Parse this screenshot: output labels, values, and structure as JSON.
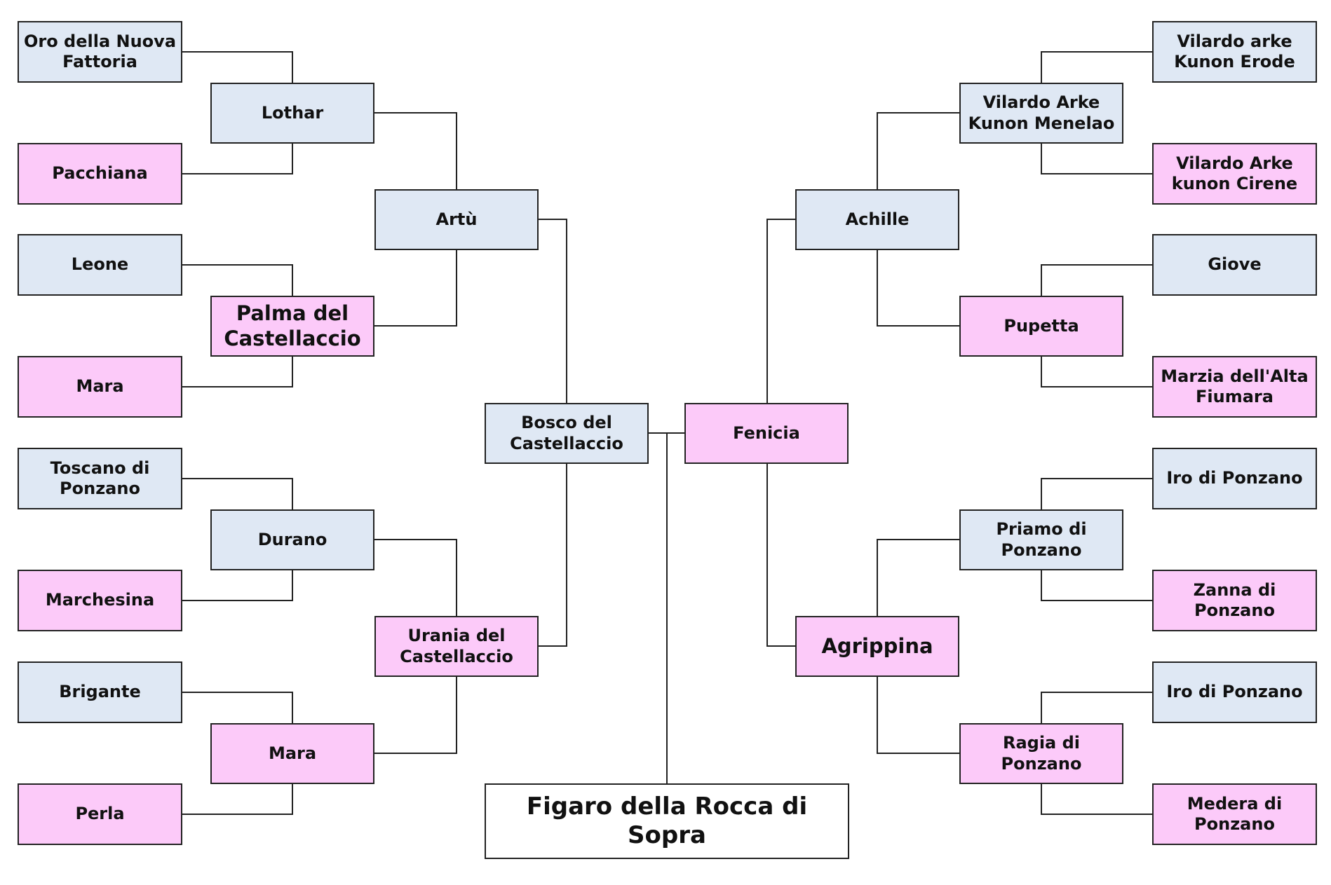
{
  "colors": {
    "male": "#dfe8f4",
    "female": "#fccaf9",
    "line": "#222222",
    "subject": "#ffffff"
  },
  "pedigree": {
    "subject": "Figaro della Rocca di Sopra",
    "sire": {
      "name": "Bosco del Castellaccio",
      "sire": {
        "name": "Artù",
        "sire": {
          "name": "Lothar",
          "sire": "Oro della Nuova Fattoria",
          "dam": "Pacchiana"
        },
        "dam": {
          "name": "Palma del Castellaccio",
          "sire": "Leone",
          "dam": "Mara"
        }
      },
      "dam": {
        "name": "Urania del Castellaccio",
        "sire": {
          "name": "Durano",
          "sire": "Toscano di Ponzano",
          "dam": "Marchesina"
        },
        "dam": {
          "name": "Mara",
          "sire": "Brigante",
          "dam": "Perla"
        }
      }
    },
    "dam": {
      "name": "Fenicia",
      "sire": {
        "name": "Achille",
        "sire": {
          "name": "Vilardo Arke Kunon Menelao",
          "sire": "Vilardo arke Kunon Erode",
          "dam": "Vilardo Arke kunon Cirene"
        },
        "dam": {
          "name": "Pupetta",
          "sire": "Giove",
          "dam": "Marzia dell'Alta Fiumara"
        }
      },
      "dam": {
        "name": "Agrippina",
        "sire": {
          "name": "Priamo di Ponzano",
          "sire": "Iro di Ponzano",
          "dam": "Zanna di Ponzano"
        },
        "dam": {
          "name": "Ragia di Ponzano",
          "sire": "Iro di Ponzano",
          "dam": "Medera di Ponzano"
        }
      }
    }
  }
}
